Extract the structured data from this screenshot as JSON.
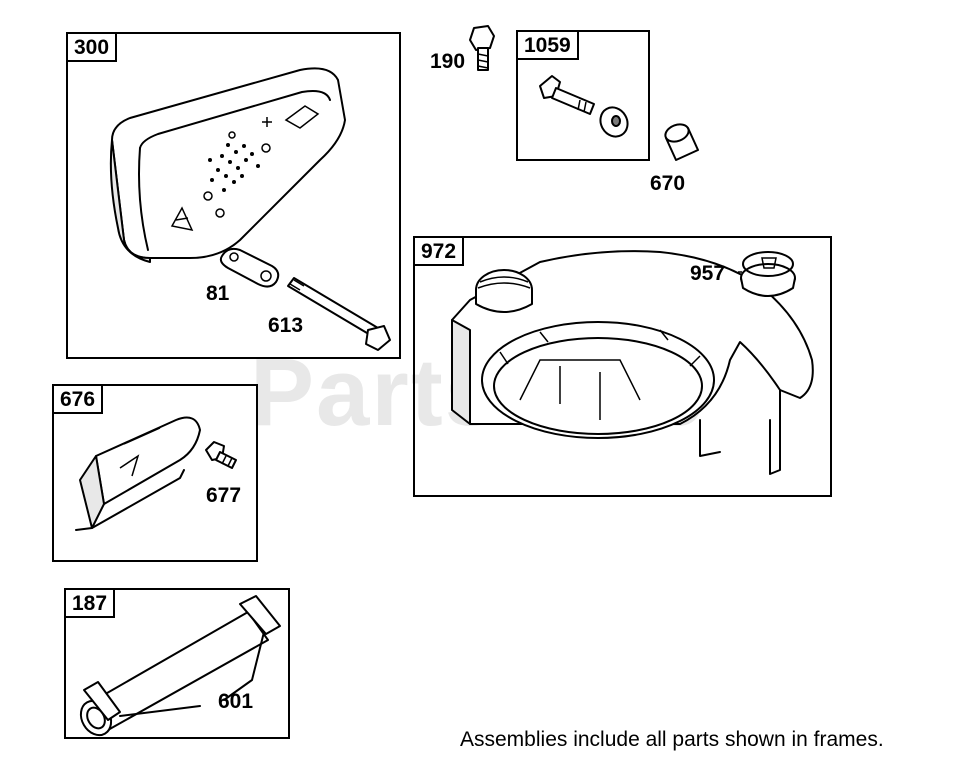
{
  "watermark": "PartsTree",
  "frames": {
    "f300": "300",
    "f1059": "1059",
    "f972": "972",
    "f676": "676",
    "f187": "187"
  },
  "callouts": {
    "c190": "190",
    "c670": "670",
    "c81": "81",
    "c613": "613",
    "c957": "957",
    "c677": "677",
    "c601": "601"
  },
  "note": "Assemblies include all parts shown in frames."
}
